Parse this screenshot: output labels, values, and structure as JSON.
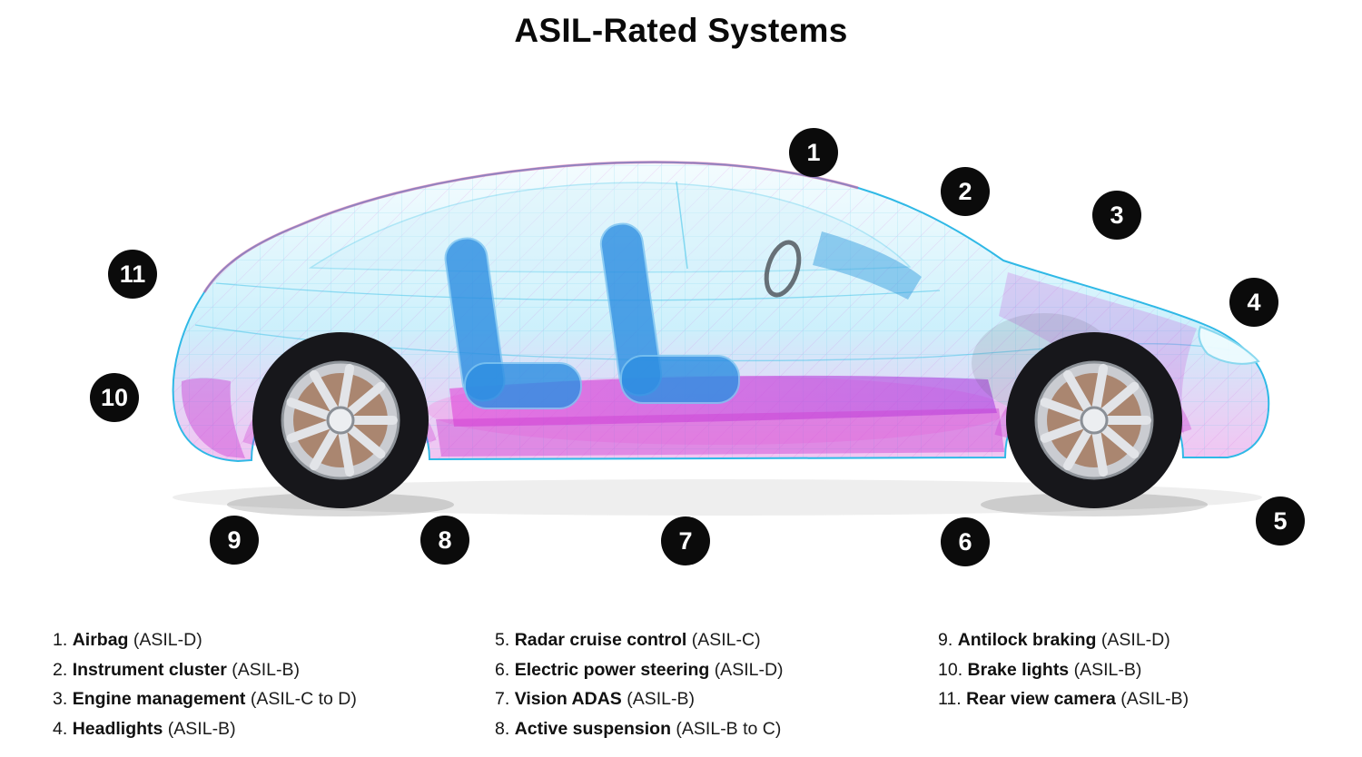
{
  "title": "ASIL-Rated Systems",
  "diagram": {
    "accent_colors": {
      "badge": "#0b0b0b",
      "wire_cyan": "#3ec2e8",
      "wire_magenta": "#cc3ed2",
      "seat_blue": "#2e8fe2"
    },
    "markers": [
      {
        "label": "1",
        "system": "Airbag"
      },
      {
        "label": "2",
        "system": "Instrument cluster"
      },
      {
        "label": "3",
        "system": "Engine management"
      },
      {
        "label": "4",
        "system": "Headlights"
      },
      {
        "label": "5",
        "system": "Radar cruise control"
      },
      {
        "label": "6",
        "system": "Electric power steering"
      },
      {
        "label": "7",
        "system": "Vision ADAS"
      },
      {
        "label": "8",
        "system": "Active suspension"
      },
      {
        "label": "9",
        "system": "Antilock braking"
      },
      {
        "label": "10",
        "system": "Brake lights"
      },
      {
        "label": "11",
        "system": "Rear view camera"
      }
    ]
  },
  "legend": {
    "columns": [
      {
        "items": [
          {
            "number": "1.",
            "name": "Airbag",
            "rating": "(ASIL-D)"
          },
          {
            "number": "2.",
            "name": "Instrument cluster",
            "rating": "(ASIL-B)"
          },
          {
            "number": "3.",
            "name": "Engine management",
            "rating": "(ASIL-C to D)"
          },
          {
            "number": "4.",
            "name": "Headlights",
            "rating": "(ASIL-B)"
          }
        ]
      },
      {
        "items": [
          {
            "number": "5.",
            "name": "Radar cruise control",
            "rating": "(ASIL-C)"
          },
          {
            "number": "6.",
            "name": "Electric power steering",
            "rating": "(ASIL-D)"
          },
          {
            "number": "7.",
            "name": "Vision ADAS",
            "rating": "(ASIL-B)"
          },
          {
            "number": "8.",
            "name": "Active suspension",
            "rating": "(ASIL-B to C)"
          }
        ]
      },
      {
        "items": [
          {
            "number": "9.",
            "name": "Antilock braking",
            "rating": "(ASIL-D)"
          },
          {
            "number": "10.",
            "name": "Brake lights",
            "rating": "(ASIL-B)"
          },
          {
            "number": "11.",
            "name": "Rear view camera",
            "rating": "(ASIL-B)"
          }
        ]
      }
    ]
  }
}
